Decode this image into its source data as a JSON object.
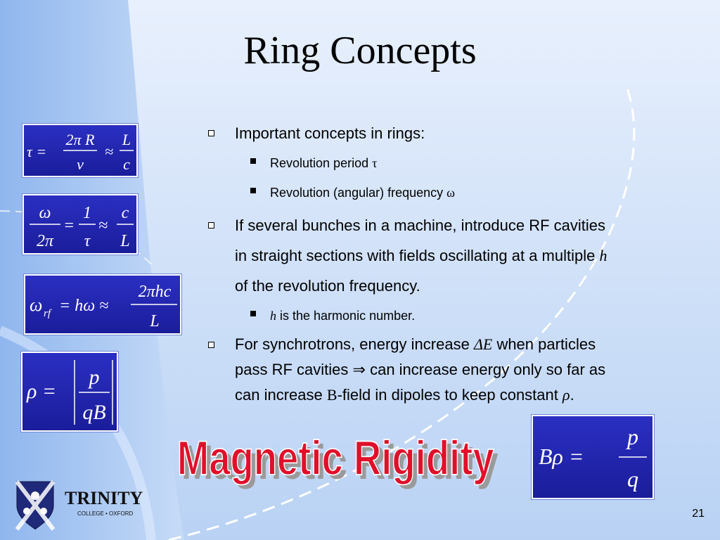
{
  "slide": {
    "title": "Ring Concepts",
    "page_number": "21"
  },
  "equations": {
    "tau": {
      "lhs": "τ =",
      "num": "2π R",
      "den": "v",
      "approx": "≈",
      "num2": "L",
      "den2": "c"
    },
    "omega": {
      "num1": "ω",
      "den1": "2π",
      "eq": "=",
      "num2": "1",
      "den2": "τ",
      "approx": "≈",
      "num3": "c",
      "den3": "L"
    },
    "omega_rf": {
      "lhs": "ω",
      "sub": "rf",
      "mid": "= hω ≈",
      "num": "2πhc",
      "den": "L"
    },
    "rho": {
      "lhs": "ρ =",
      "num": "p",
      "den": "qB"
    },
    "rigidity": {
      "lhs": "Bρ =",
      "num": "p",
      "den": "q"
    }
  },
  "bullets": {
    "b1": "Important concepts in rings:",
    "b1a": "Revolution period",
    "b1a_sym": "τ",
    "b1b": "Revolution (angular) frequency",
    "b1b_sym": "ω",
    "b2_l1": "If several bunches in a machine, introduce RF cavities",
    "b2_l2": "in straight sections with fields oscillating at a multiple",
    "b2_l2_var": "h",
    "b2_l3": "of the revolution frequency.",
    "b2a_var": "h",
    "b2a": "is the harmonic number.",
    "b3_l1a": "For synchrotrons, energy increase",
    "b3_l1_sym": "ΔE",
    "b3_l1b": "when particles",
    "b3_l2a": "pass RF cavities",
    "b3_l2_sym": "⇒",
    "b3_l2b": "can increase energy only so far as",
    "b3_l3a": "can increase",
    "b3_l3_sym": "B",
    "b3_l3b": "-field in dipoles to keep constant",
    "b3_l3_rho": "ρ",
    "b3_l3_end": "."
  },
  "rigidity_label": "Magnetic  Rigidity",
  "logo": {
    "name": "TRINITY",
    "subtitle": "COLLEGE • OXFORD"
  },
  "colors": {
    "eq_box": "#2227b3",
    "rigidity_fill": "#e0102a",
    "bg_band": "#a9c8f2"
  }
}
